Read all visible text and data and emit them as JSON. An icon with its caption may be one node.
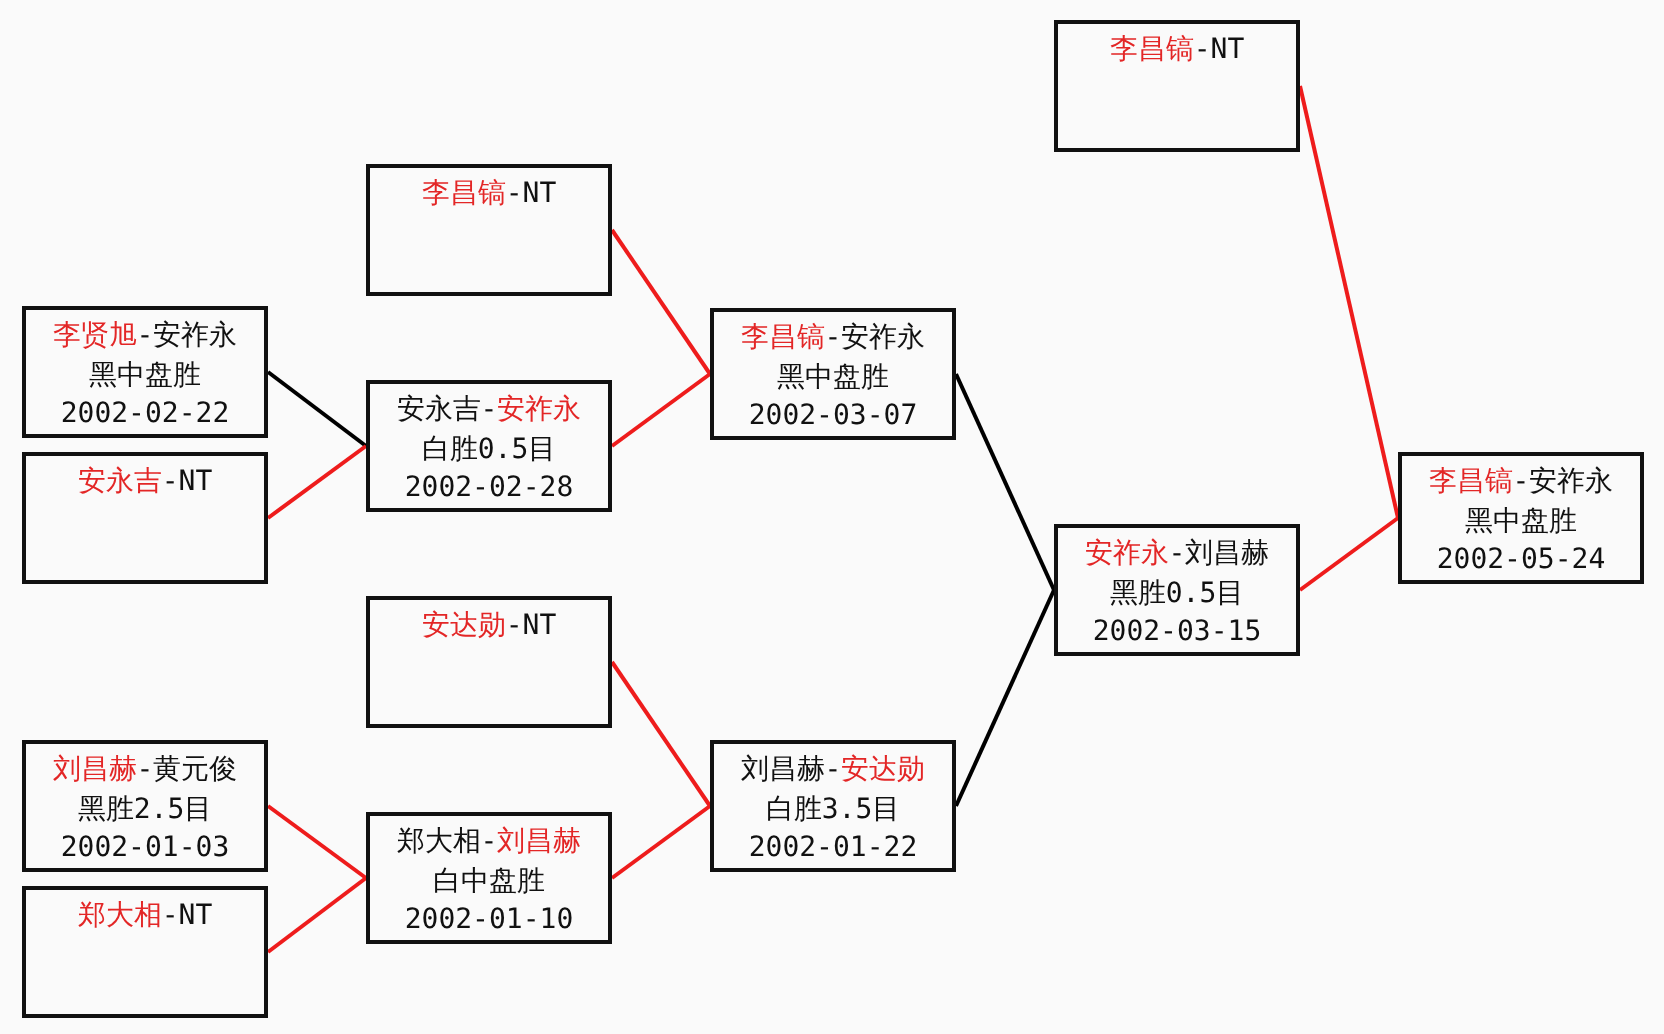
{
  "diagram": {
    "nodes": [
      {
        "text": [
          "**李贤旭**-安祚永",
          "黑中盘胜",
          "2002-02-22"
        ]
      },
      {
        "text": [
          "**安永吉**-NT"
        ]
      },
      {
        "text": [
          "**刘昌赫**-黄元俊",
          "黑胜2.5目",
          "2002-01-03"
        ]
      },
      {
        "text": [
          "**郑大相**-NT"
        ]
      },
      {
        "text": [
          "**李昌镐**-NT"
        ]
      },
      {
        "text": [
          "安永吉-**安祚永**",
          "白胜0.5目",
          "2002-02-28"
        ]
      },
      {
        "text": [
          "**安达勋**-NT"
        ]
      },
      {
        "text": [
          "郑大相-**刘昌赫**",
          "白中盘胜",
          "2002-01-10"
        ]
      },
      {
        "text": [
          "**李昌镐**-安祚永",
          "黑中盘胜",
          "2002-03-07"
        ]
      },
      {
        "text": [
          "刘昌赫-**安达勋**",
          "白胜3.5目",
          "2002-01-22"
        ]
      },
      {
        "text": [
          "**李昌镐**-NT"
        ]
      },
      {
        "text": [
          "**安祚永**-刘昌赫",
          "黑胜0.5目",
          "2002-03-15"
        ]
      },
      {
        "text": [
          "**李昌镐**-安祚永",
          "黑中盘胜",
          "2002-05-24"
        ]
      }
    ],
    "edges": [
      {
        "from": 0,
        "to": 5,
        "arrow": "none",
        "color": "#000000"
      },
      {
        "from": 1,
        "to": 5,
        "arrow": "none"
      },
      {
        "from": 4,
        "to": 8,
        "arrow": "none"
      },
      {
        "from": 5,
        "to": 8,
        "arrow": "none"
      },
      {
        "from": 6,
        "to": 9,
        "arrow": "none"
      },
      {
        "from": 2,
        "to": 7,
        "arrow": "none"
      },
      {
        "from": 3,
        "to": 7,
        "arrow": "none"
      },
      {
        "from": 7,
        "to": 9,
        "arrow": "none"
      },
      {
        "from": 8,
        "to": 11,
        "arrow": "none",
        "color": "#000000"
      },
      {
        "from": 9,
        "to": 11,
        "arrow": "none",
        "color": "#000000"
      },
      {
        "from": 10,
        "to": 12,
        "arrow": "none"
      },
      {
        "from": 11,
        "to": 12,
        "arrow": "none"
      }
    ]
  }
}
